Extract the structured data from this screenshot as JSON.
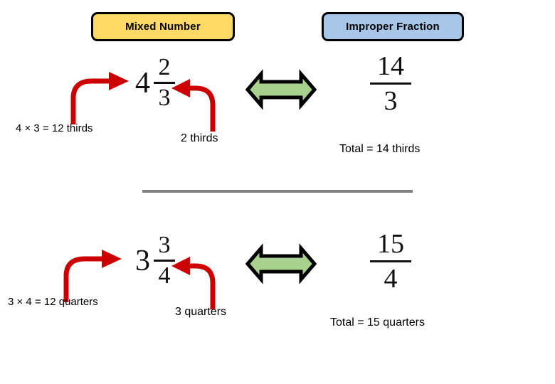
{
  "headers": {
    "mixed_label": "Mixed Number",
    "improper_label": "Improper Fraction",
    "mixed_color": "#FFD966",
    "improper_color": "#A8C6E8"
  },
  "colors": {
    "arrow_red": "#CC0000",
    "arrow_green": "#A9D18E",
    "arrow_outline": "#000000",
    "divider_gray": "#808080"
  },
  "rows": [
    {
      "mixed": {
        "whole": "4",
        "numerator": "2",
        "denominator": "3"
      },
      "improper": {
        "numerator": "14",
        "denominator": "3"
      },
      "multiply_label": "4 × 3 = 12 thirds",
      "part_label": "2 thirds",
      "total_label": "Total = 14 thirds"
    },
    {
      "mixed": {
        "whole": "3",
        "numerator": "3",
        "denominator": "4"
      },
      "improper": {
        "numerator": "15",
        "denominator": "4"
      },
      "multiply_label": "3 × 4 = 12 quarters",
      "part_label": "3 quarters",
      "total_label": "Total = 15 quarters"
    }
  ]
}
